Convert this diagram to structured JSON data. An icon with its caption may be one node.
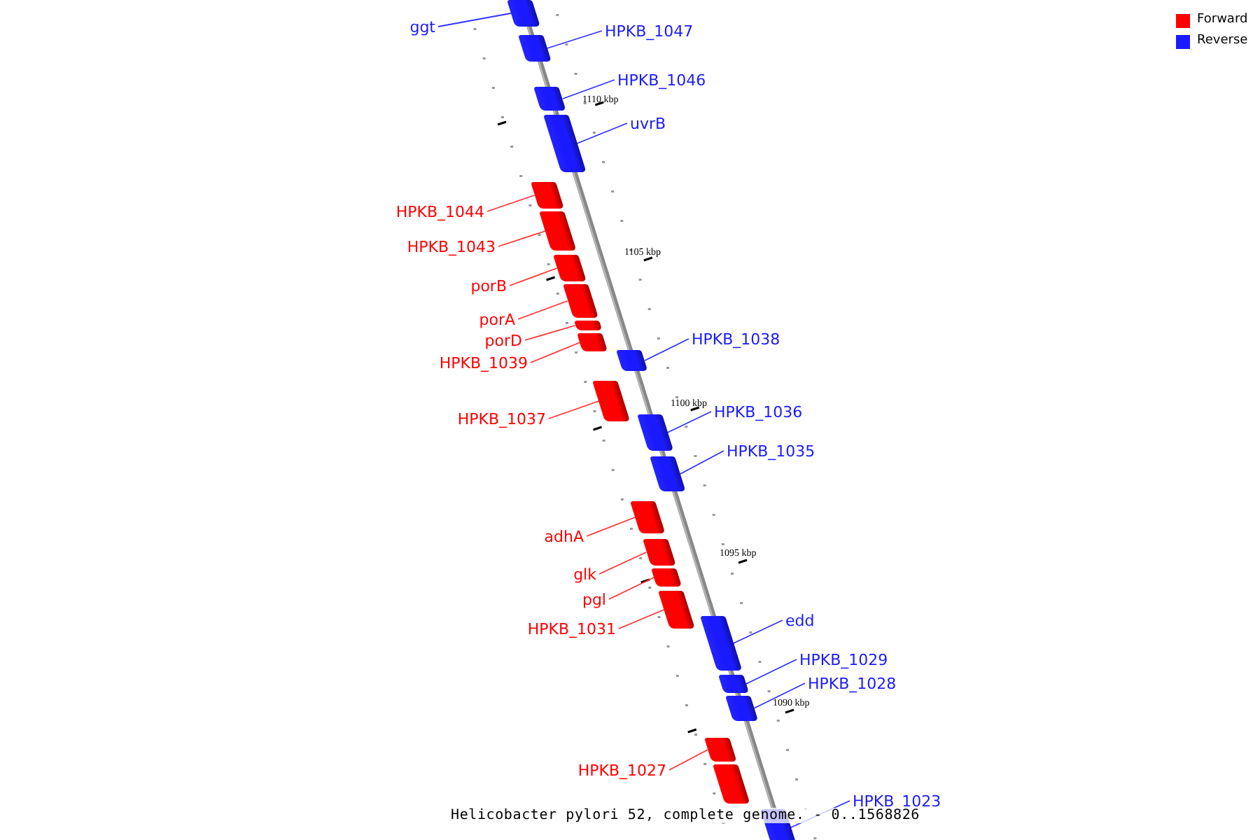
{
  "diagram": {
    "caption": "Helicobacter pylori 52, complete genome. - 0..1568826",
    "nodes": [
      {
        "text": [
          "ggt"
        ]
      },
      {
        "text": [],
        "shape": "bar"
      },
      {
        "text": [
          "HPKB_1047"
        ]
      },
      {
        "text": [],
        "shape": "bar"
      },
      {
        "text": [
          "HPKB_1046"
        ]
      },
      {
        "text": [],
        "shape": "bar"
      },
      {
        "text": [
          "uvrB"
        ]
      },
      {
        "text": [],
        "shape": "bar"
      },
      {
        "text": [
          "HPKB_1044"
        ]
      },
      {
        "text": [],
        "shape": "bar"
      },
      {
        "text": [
          "HPKB_1043"
        ]
      },
      {
        "text": [],
        "shape": "bar"
      },
      {
        "text": [
          "porB"
        ]
      },
      {
        "text": [],
        "shape": "bar"
      },
      {
        "text": [
          "porA"
        ]
      },
      {
        "text": [],
        "shape": "bar"
      },
      {
        "text": [
          "porD"
        ]
      },
      {
        "text": [],
        "shape": "bar"
      },
      {
        "text": [
          "HPKB_1039"
        ]
      },
      {
        "text": [],
        "shape": "bar"
      },
      {
        "text": [
          "HPKB_1038"
        ]
      },
      {
        "text": [],
        "shape": "bar"
      },
      {
        "text": [
          "HPKB_1037"
        ]
      },
      {
        "text": [],
        "shape": "bar"
      },
      {
        "text": [
          "HPKB_1036"
        ]
      },
      {
        "text": [],
        "shape": "bar"
      },
      {
        "text": [
          "HPKB_1035"
        ]
      },
      {
        "text": [],
        "shape": "bar"
      },
      {
        "text": [
          "adhA"
        ]
      },
      {
        "text": [],
        "shape": "bar"
      },
      {
        "text": [
          "glk"
        ]
      },
      {
        "text": [],
        "shape": "bar"
      },
      {
        "text": [
          "pgl"
        ]
      },
      {
        "text": [],
        "shape": "bar"
      },
      {
        "text": [
          "HPKB_1031"
        ]
      },
      {
        "text": [],
        "shape": "bar"
      },
      {
        "text": [
          "edd"
        ]
      },
      {
        "text": [],
        "shape": "bar"
      },
      {
        "text": [
          "HPKB_1029"
        ]
      },
      {
        "text": [],
        "shape": "bar"
      },
      {
        "text": [
          "HPKB_1028"
        ]
      },
      {
        "text": [],
        "shape": "bar"
      },
      {
        "text": [
          "HPKB_1027"
        ]
      },
      {
        "text": [],
        "shape": "bar"
      },
      {
        "text": [],
        "shape": "bar"
      },
      {
        "text": [
          "HPKB_1023"
        ]
      },
      {
        "text": [],
        "shape": "bar"
      }
    ],
    "edges": [
      {
        "from": 0,
        "to": 1,
        "arrow": "none",
        "color": "#3333ff"
      },
      {
        "from": 2,
        "to": 3,
        "arrow": "none",
        "color": "#3333ff"
      },
      {
        "from": 4,
        "to": 5,
        "arrow": "none",
        "color": "#3333ff"
      },
      {
        "from": 6,
        "to": 7,
        "arrow": "none",
        "color": "#3333ff"
      },
      {
        "from": 8,
        "to": 9,
        "arrow": "none"
      },
      {
        "from": 10,
        "to": 11,
        "arrow": "none"
      },
      {
        "from": 12,
        "to": 13,
        "arrow": "none"
      },
      {
        "from": 14,
        "to": 15,
        "arrow": "none"
      },
      {
        "from": 16,
        "to": 17,
        "arrow": "none"
      },
      {
        "from": 18,
        "to": 19,
        "arrow": "none"
      },
      {
        "from": 20,
        "to": 21,
        "arrow": "none",
        "color": "#3333ff"
      },
      {
        "from": 22,
        "to": 23,
        "arrow": "none"
      },
      {
        "from": 24,
        "to": 25,
        "arrow": "none",
        "color": "#3333ff"
      },
      {
        "from": 26,
        "to": 27,
        "arrow": "none",
        "color": "#3333ff"
      },
      {
        "from": 28,
        "to": 29,
        "arrow": "none"
      },
      {
        "from": 30,
        "to": 31,
        "arrow": "none"
      },
      {
        "from": 32,
        "to": 33,
        "arrow": "none"
      },
      {
        "from": 34,
        "to": 35,
        "arrow": "none"
      },
      {
        "from": 36,
        "to": 37,
        "arrow": "none",
        "color": "#3333ff"
      },
      {
        "from": 38,
        "to": 39,
        "arrow": "none",
        "color": "#3333ff"
      },
      {
        "from": 40,
        "to": 41,
        "arrow": "none",
        "color": "#3333ff"
      },
      {
        "from": 42,
        "to": 43,
        "arrow": "none"
      },
      {
        "from": 45,
        "to": 46,
        "arrow": "none",
        "color": "#3333ff"
      }
    ],
    "labels": [
      "1110 kbp",
      "1105 kbp",
      "1100 kbp",
      "1095 kbp",
      "1090 kbp"
    ],
    "legend": [
      {
        "text": "Forward",
        "color": "#ff0000"
      },
      {
        "text": "Reverse",
        "color": "#1a1aff"
      }
    ]
  }
}
